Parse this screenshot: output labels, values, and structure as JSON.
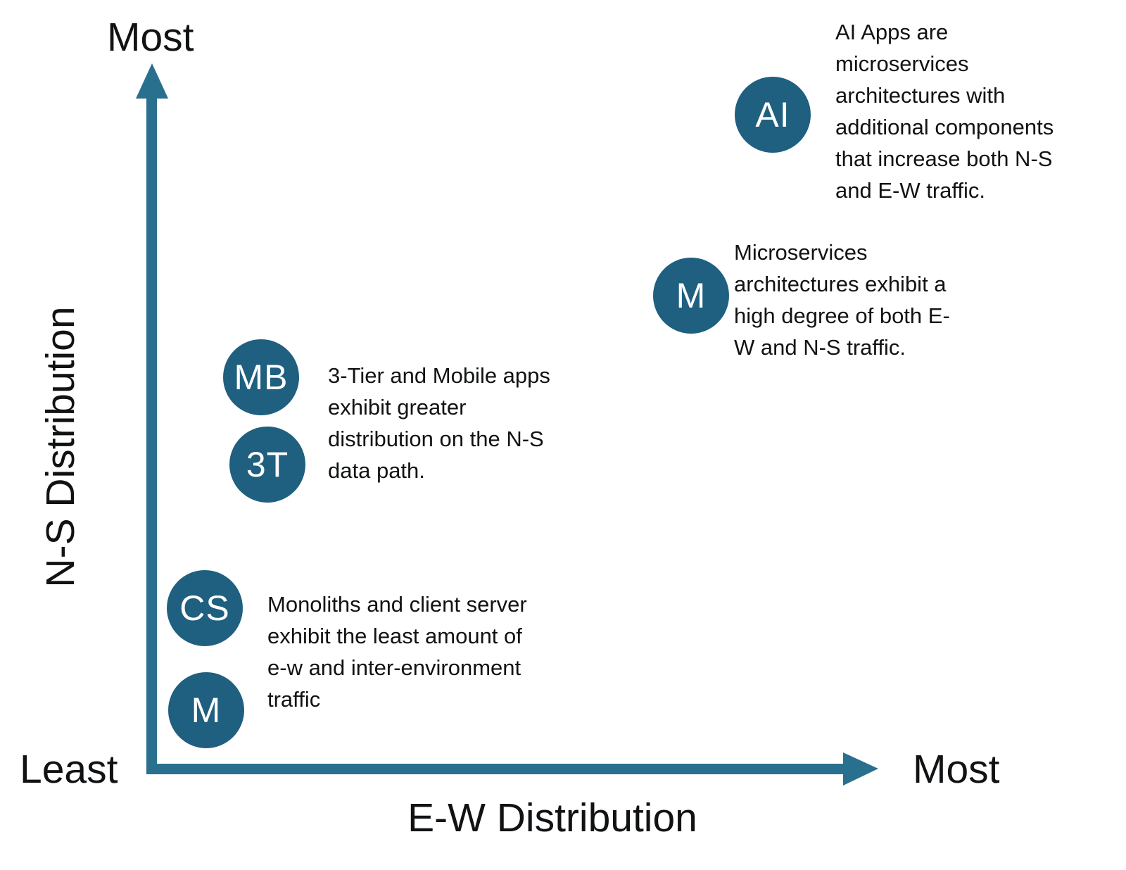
{
  "colors": {
    "bubble": "#1f5f7f",
    "axis": "#29708f",
    "text": "#101214",
    "background": "#ffffff"
  },
  "axes": {
    "y_title": "N-S Distribution",
    "x_title": "E-W Distribution",
    "y_max_label": "Most",
    "origin_label": "Least",
    "x_max_label": "Most"
  },
  "bubbles": [
    {
      "label": "AI"
    },
    {
      "label": "M"
    },
    {
      "label": "MB"
    },
    {
      "label": "3T"
    },
    {
      "label": "CS"
    },
    {
      "label": "M"
    }
  ],
  "annotations": [
    {
      "text": "AI Apps are\nmicroservices\narchitectures with\nadditional components\nthat increase both N-S\nand E-W traffic."
    },
    {
      "text": "Microservices\narchitectures exhibit a\nhigh degree of both E-\nW and N-S traffic."
    },
    {
      "text": "3-Tier and Mobile apps\nexhibit greater\ndistribution on the N-S\ndata path."
    },
    {
      "text": "Monoliths and client server\nexhibit the least amount of\ne-w and inter-environment\ntraffic"
    }
  ],
  "chart_data": {
    "type": "scatter",
    "title": "",
    "xlabel": "E-W Distribution",
    "ylabel": "N-S Distribution",
    "x_axis_range_labels": [
      "Least",
      "Most"
    ],
    "y_axis_range_labels": [
      "Least",
      "Most"
    ],
    "grid": false,
    "points": [
      {
        "label": "AI",
        "x_rel": 0.86,
        "y_rel": 0.93
      },
      {
        "label": "M",
        "x_rel": 0.74,
        "y_rel": 0.67
      },
      {
        "label": "MB",
        "x_rel": 0.15,
        "y_rel": 0.55
      },
      {
        "label": "3T",
        "x_rel": 0.16,
        "y_rel": 0.43
      },
      {
        "label": "CS",
        "x_rel": 0.07,
        "y_rel": 0.23
      },
      {
        "label": "M",
        "x_rel": 0.08,
        "y_rel": 0.08
      }
    ]
  }
}
